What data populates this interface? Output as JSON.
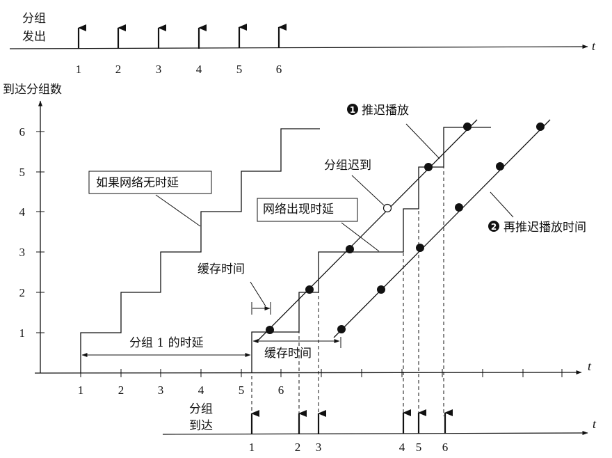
{
  "top_axis": {
    "label_line1": "分组",
    "label_line2": "发出",
    "t_label": "t",
    "ticks": [
      "1",
      "2",
      "3",
      "4",
      "5",
      "6"
    ]
  },
  "main": {
    "y_axis_title": "到达分组数",
    "y_ticks": [
      "1",
      "2",
      "3",
      "4",
      "5",
      "6"
    ],
    "x_ticks": [
      "1",
      "2",
      "3",
      "4",
      "5",
      "6"
    ],
    "t_label": "t"
  },
  "bottom_axis": {
    "label_line1": "分组",
    "label_line2": "到达",
    "t_label": "t",
    "ticks": [
      "1",
      "2",
      "3",
      "4",
      "5",
      "6"
    ]
  },
  "annotations": {
    "no_delay": "如果网络无时延",
    "network_delay": "网络出现时延",
    "late_packet": "分组迟到",
    "buffer_time_top": "缓存时间",
    "buffer_time_bottom": "缓存时间",
    "packet1_delay": "分组 1 的时延",
    "playout1_num": "1",
    "playout1_label": "推迟播放",
    "playout2_num": "2",
    "playout2_label": "再推迟播放时间"
  }
}
